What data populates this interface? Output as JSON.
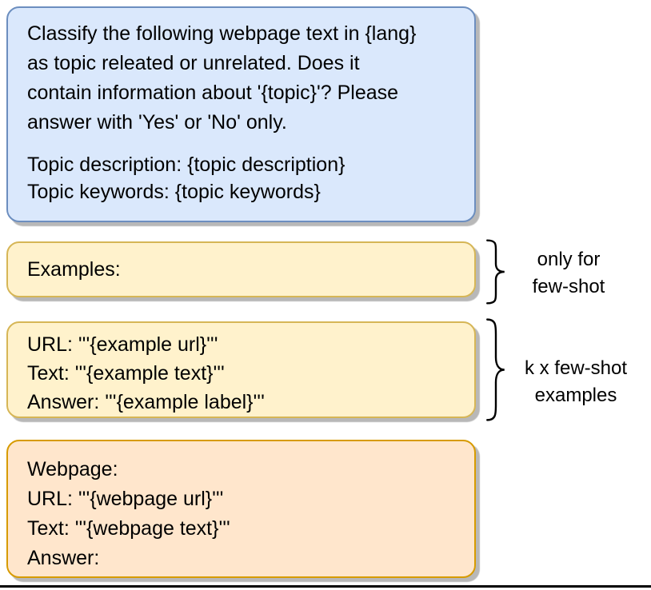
{
  "figure": {
    "description": "Prompt template diagram for webpage topic classification",
    "colors": {
      "instruction_fill": "#dae8fc",
      "instruction_stroke": "#6c8ebf",
      "example_fill": "#fff2cc",
      "example_stroke": "#d6b656",
      "webpage_fill": "#ffe6cc",
      "webpage_stroke": "#d79b00",
      "text": "#000000",
      "rule": "#000000"
    },
    "instruction_box": {
      "paragraph1": [
        "Classify the following webpage text in {lang}",
        "as topic releated or unrelated. Does it",
        "contain information about '{topic}'? Please",
        "answer with 'Yes' or 'No' only."
      ],
      "paragraph2": [
        "Topic description: {topic description}",
        "Topic keywords: {topic keywords}"
      ]
    },
    "examples_header_box": {
      "text": "Examples:"
    },
    "example_box": {
      "lines": [
        "URL: '''{example url}'''",
        "Text: '''{example text}'''",
        "Answer: '''{example label}'''"
      ]
    },
    "webpage_box": {
      "lines": [
        "Webpage:",
        "URL: '''{webpage url}'''",
        "Text: '''{webpage text}'''",
        "Answer:"
      ]
    },
    "annotation_only_for": {
      "lines": [
        "only for",
        "few-shot"
      ]
    },
    "annotation_k_shot": {
      "lines": [
        "k x few-shot",
        "examples"
      ]
    }
  }
}
